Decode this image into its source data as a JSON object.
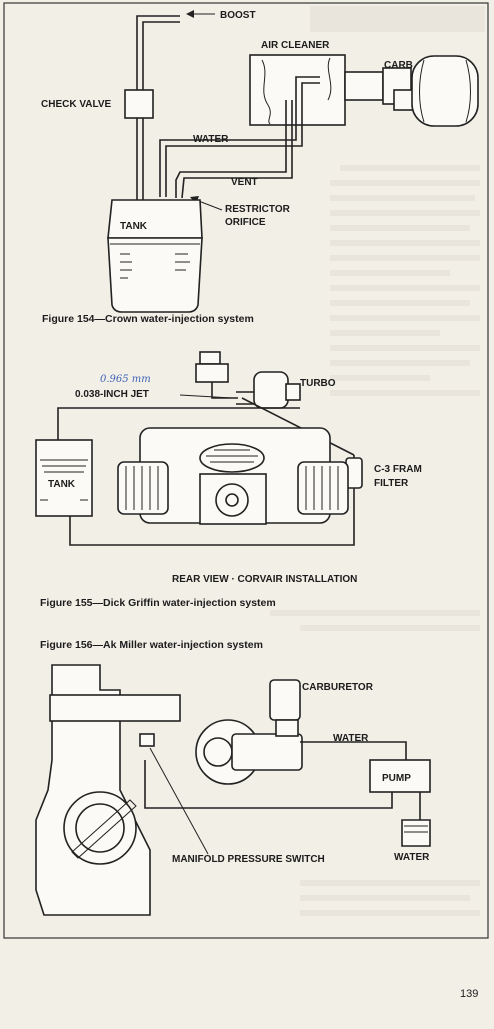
{
  "figure154": {
    "caption": "Figure 154—Crown water-injection system",
    "labels": {
      "boost": "BOOST",
      "air_cleaner": "AIR CLEANER",
      "carb": "CARB",
      "check_valve": "CHECK VALVE",
      "water": "WATER",
      "vent": "VENT",
      "restrictor": "RESTRICTOR",
      "orifice": "ORIFICE",
      "tank": "TANK"
    }
  },
  "figure155": {
    "caption": "Figure 155—Dick Griffin water-injection system",
    "handwritten_note": "0.965 mm",
    "labels": {
      "jet": "0.038-INCH JET",
      "turbo": "TURBO",
      "filter_line1": "C-3 FRAM",
      "filter_line2": "FILTER",
      "tank": "TANK",
      "rear_view": "REAR VIEW · CORVAIR INSTALLATION"
    }
  },
  "figure156": {
    "caption": "Figure 156—Ak Miller water-injection system",
    "labels": {
      "carburetor": "CARBURETOR",
      "water_line": "WATER",
      "pump": "PUMP",
      "water_supply": "WATER",
      "pressure_switch": "MANIFOLD PRESSURE SWITCH"
    }
  },
  "page_number": "139"
}
